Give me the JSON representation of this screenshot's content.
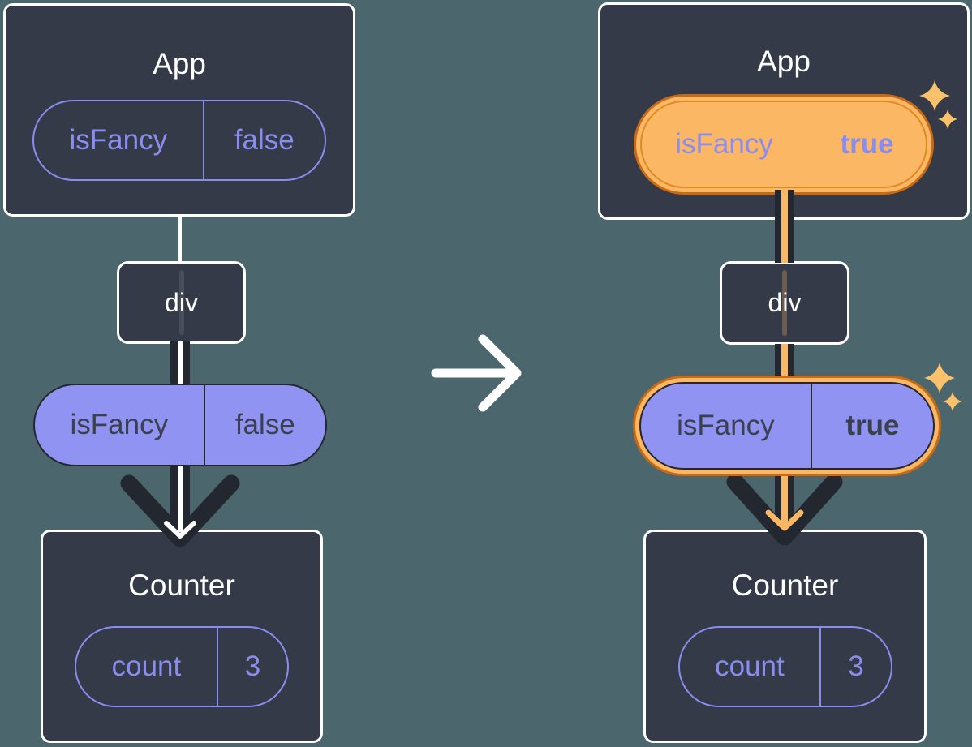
{
  "icons": {
    "transition": "arrow-right-icon",
    "before_flow": "arrow-down-icon",
    "after_flow": "arrow-down-icon",
    "highlight": "sparkle-icon"
  },
  "theme": {
    "background": "#4C666D",
    "card": "#343A47",
    "card_border": "#FFFFFF",
    "dark": "#23272F",
    "dark_text": "#3A404C",
    "purple": "#8A8DF0",
    "lavender": "#9193F2",
    "orange_dark": "#C76A15",
    "orange_mid": "#DE8A25",
    "orange_light": "#FBB764",
    "sparkle": "#FBC26B",
    "white_line": "#FFFFFF"
  },
  "before": {
    "app": {
      "title": "App",
      "state": {
        "name": "isFancy",
        "value": "false"
      }
    },
    "div": {
      "label": "div"
    },
    "prop": {
      "name": "isFancy",
      "value": "false"
    },
    "counter": {
      "title": "Counter",
      "state": {
        "name": "count",
        "value": "3"
      }
    }
  },
  "after": {
    "app": {
      "title": "App",
      "state": {
        "name": "isFancy",
        "value": "true"
      }
    },
    "div": {
      "label": "div"
    },
    "prop": {
      "name": "isFancy",
      "value": "true"
    },
    "counter": {
      "title": "Counter",
      "state": {
        "name": "count",
        "value": "3"
      }
    }
  }
}
